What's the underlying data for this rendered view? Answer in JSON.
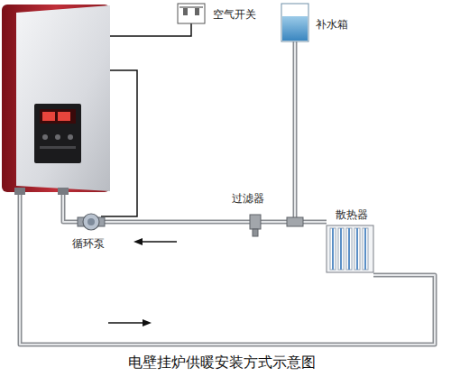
{
  "diagram": {
    "caption": "电壁挂炉供暖安装方式示意图",
    "labels": [
      "空气开关",
      "补水箱",
      "过滤器",
      "散热器",
      "循环泵"
    ]
  }
}
